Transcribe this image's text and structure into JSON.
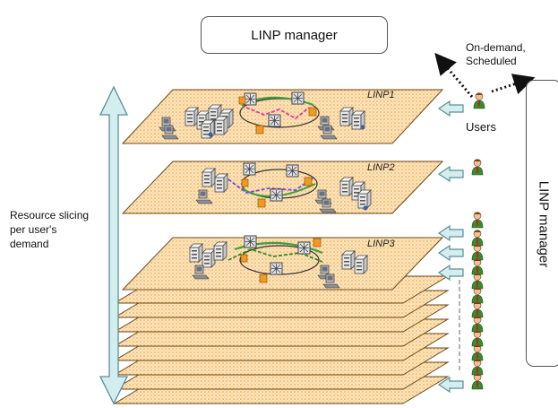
{
  "diagram": {
    "top_manager_label": "LINP manager",
    "side_manager_label": "LINP manager",
    "request_label": "On-demand,\nScheduled",
    "users_label": "Users",
    "resource_label": "Resource slicing\nper user's\ndemand",
    "layers": [
      {
        "label": "LINP1"
      },
      {
        "label": "LINP2"
      },
      {
        "label": "LINP3"
      }
    ],
    "plain_layer_count": 8,
    "colors": {
      "plane_fill": "#fbe4bf",
      "plane_dot": "#f0a030",
      "plane_border": "#6b4a1a",
      "arrow_fill": "#d4eef0",
      "arrow_stroke": "#5a8f95",
      "switch_orange": "#f39a1e",
      "user_green": "#3a8a2e",
      "user_red": "#b5281c"
    },
    "icons": [
      "server-rack-icon",
      "network-switch-icon",
      "workstation-icon",
      "user-icon",
      "arrow-left-icon",
      "double-arrow-icon"
    ]
  }
}
